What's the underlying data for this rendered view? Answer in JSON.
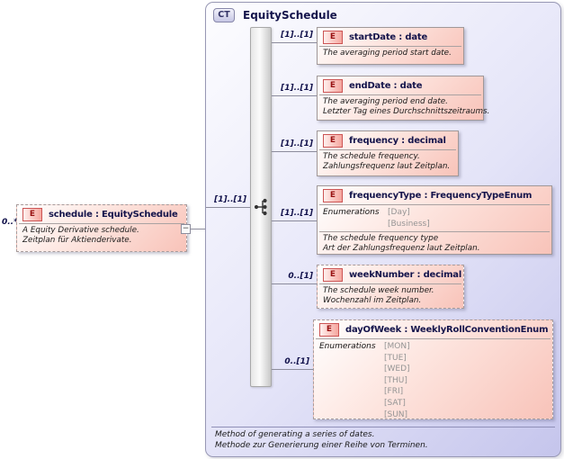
{
  "icons": {
    "collapse_glyph": "−",
    "sequence_icon": "model-group-sequence"
  },
  "colors": {
    "container_fill": "#c5c5ec",
    "container_border": "#9898b4",
    "element_fill": "#f8c3b9",
    "element_border": "#a09898",
    "badge_e_text": "#991111",
    "badge_ct_text": "#333366",
    "title_text": "#14144b",
    "enum_value_text": "#949494",
    "connector": "#8c8c9c"
  },
  "source_element": {
    "cardinality": "0..*",
    "badge": "E",
    "title": "schedule : EquitySchedule",
    "annotation_lines": [
      "A Equity Derivative schedule.",
      "Zeitplan für Aktienderivate."
    ]
  },
  "complex_type": {
    "badge": "CT",
    "title": "EquitySchedule",
    "group_cardinality": "[1]..[1]",
    "annotation_lines": [
      "Method of generating a series of dates.",
      "Methode zur Generierung einer Reihe von Terminen."
    ],
    "children": [
      {
        "badge": "E",
        "title": "startDate : date",
        "cardinality": "[1]..[1]",
        "annotation_lines": [
          "The averaging period start date."
        ]
      },
      {
        "badge": "E",
        "title": "endDate : date",
        "cardinality": "[1]..[1]",
        "annotation_lines": [
          "The averaging period end date.",
          "Letzter Tag eines Durchschnittszeitraums."
        ]
      },
      {
        "badge": "E",
        "title": "frequency : decimal",
        "cardinality": "[1]..[1]",
        "annotation_lines": [
          "The schedule frequency.",
          "Zahlungsfrequenz laut Zeitplan."
        ]
      },
      {
        "badge": "E",
        "title": "frequencyType : FrequencyTypeEnum",
        "cardinality": "[1]..[1]",
        "enumerations_label": "Enumerations",
        "enumerations": [
          "[Day]",
          "[Business]"
        ],
        "annotation_lines": [
          "The schedule frequency type",
          "Art der Zahlungsfrequenz laut Zeitplan."
        ]
      },
      {
        "badge": "E",
        "title": "weekNumber : decimal",
        "cardinality": "0..[1]",
        "annotation_lines": [
          "The schedule week number.",
          "Wochenzahl im Zeitplan."
        ]
      },
      {
        "badge": "E",
        "title": "dayOfWeek : WeeklyRollConventionEnum",
        "cardinality": "0..[1]",
        "enumerations_label": "Enumerations",
        "enumerations": [
          "[MON]",
          "[TUE]",
          "[WED]",
          "[THU]",
          "[FRI]",
          "[SAT]",
          "[SUN]"
        ]
      }
    ]
  }
}
